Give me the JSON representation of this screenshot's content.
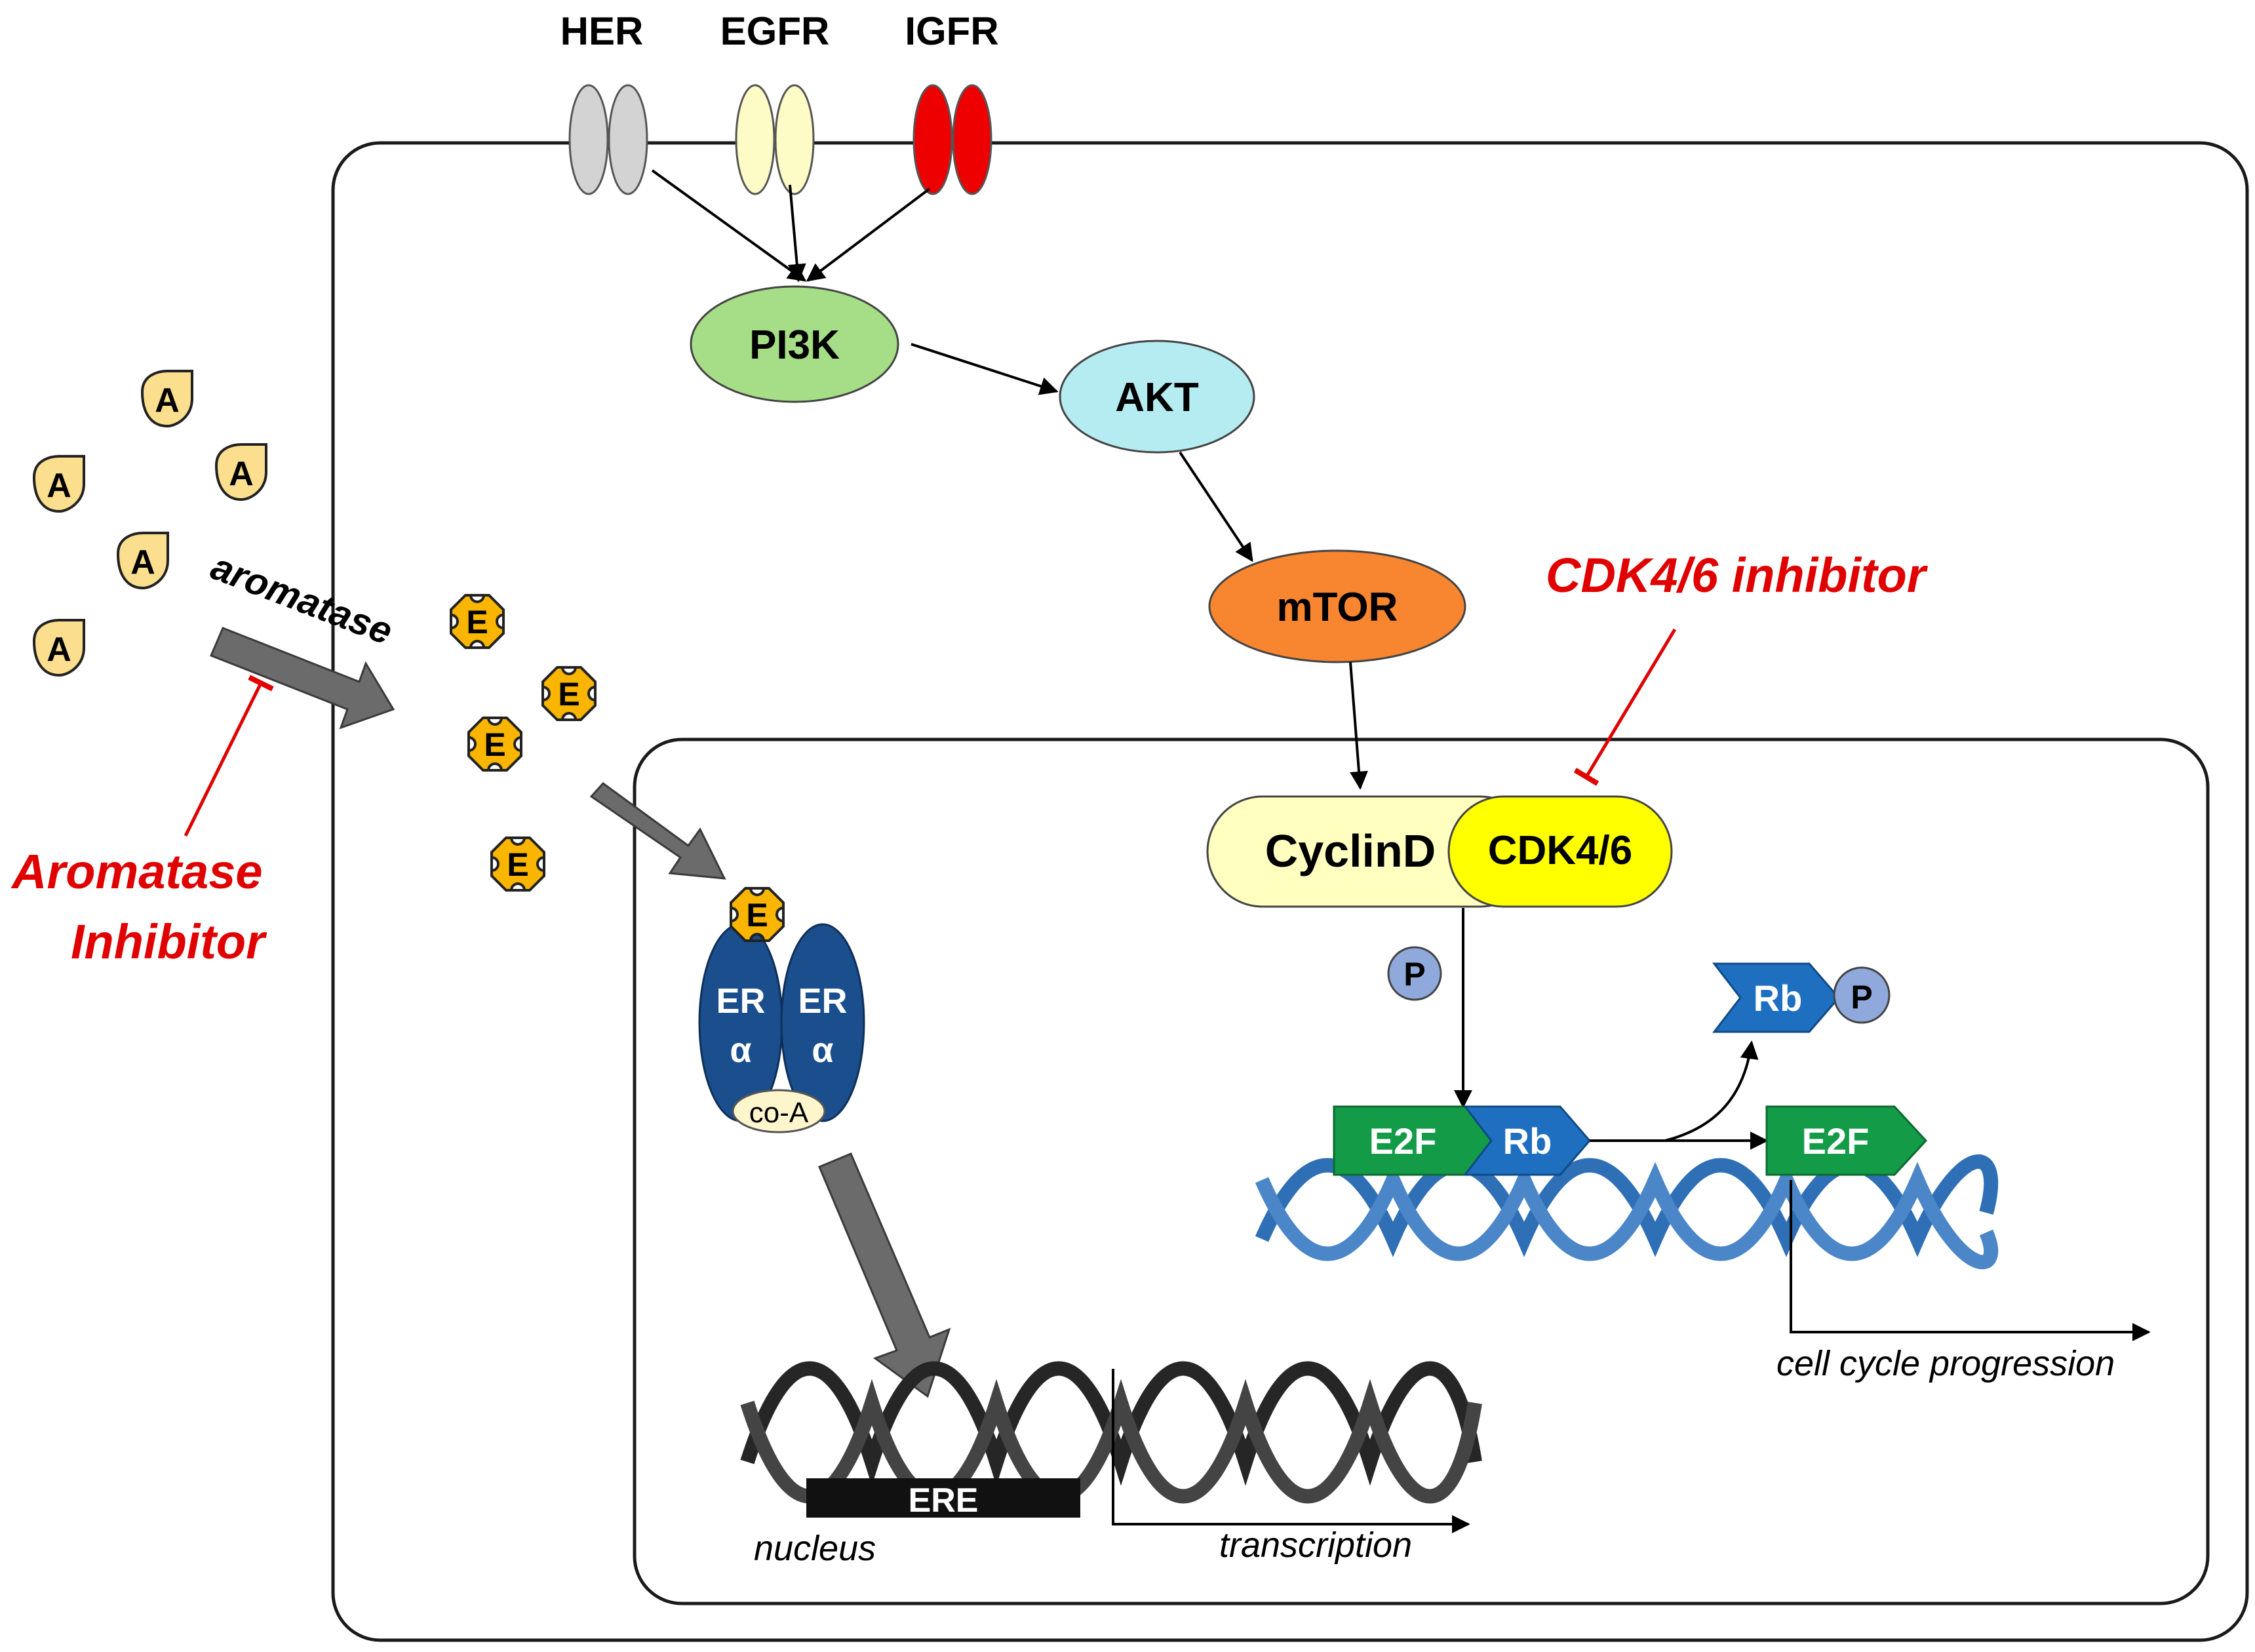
{
  "receptors": {
    "her": "HER",
    "egfr": "EGFR",
    "igfr": "IGFR"
  },
  "pathway": {
    "pi3k": "PI3K",
    "akt": "AKT",
    "mtor": "mTOR"
  },
  "androgen_label": "A",
  "estrogen_label": "E",
  "aromatase": "aromatase",
  "aromatase_inhibitor_line1": "Aromatase",
  "aromatase_inhibitor_line2": "Inhibitor",
  "cdk_inhibitor": "CDK4/6 inhibitor",
  "er_complex": {
    "er_left": "ER",
    "er_right": "ER",
    "alpha_left": "α",
    "alpha_right": "α",
    "coactivator": "co-A"
  },
  "cell_cycle": {
    "cyclin": "CyclinD",
    "cdk": "CDK4/6",
    "phosphate": "P",
    "rb": "Rb",
    "e2f": "E2F",
    "progression": "cell cycle progression"
  },
  "dna": {
    "ere": "ERE",
    "nucleus": "nucleus",
    "transcription": "transcription"
  },
  "colors": {
    "her": "#d4d3d3",
    "egfr": "#fdfcc7",
    "igfr": "#ee0000",
    "pi3k": "#a6de87",
    "akt": "#b5ecf1",
    "mtor": "#f8852f",
    "cyclin": "#ffffbf",
    "cdk": "#ffff00",
    "er": "#1a4e8c",
    "e2f": "#139b48",
    "rb": "#1f6fc0",
    "phosphate": "#8fa9dc",
    "dna_blue": "#2f6fb6",
    "dna_dark": "#262626",
    "androgen": "#fbdf8e",
    "estrogen": "#f9b500",
    "inhibitor": "#e00000",
    "gray_arrow": "#6b6b6b"
  }
}
